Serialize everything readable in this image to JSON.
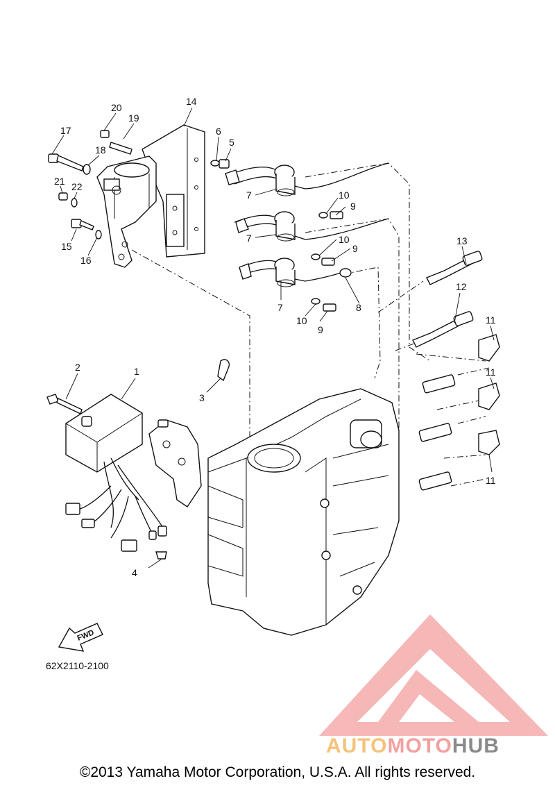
{
  "diagram": {
    "callouts": [
      {
        "id": "c1",
        "label": "1"
      },
      {
        "id": "c2",
        "label": "2"
      },
      {
        "id": "c3",
        "label": "3"
      },
      {
        "id": "c4",
        "label": "4"
      },
      {
        "id": "c5",
        "label": "5"
      },
      {
        "id": "c6",
        "label": "6"
      },
      {
        "id": "c7a",
        "label": "7"
      },
      {
        "id": "c7b",
        "label": "7"
      },
      {
        "id": "c7c",
        "label": "7"
      },
      {
        "id": "c8",
        "label": "8"
      },
      {
        "id": "c9a",
        "label": "9"
      },
      {
        "id": "c9b",
        "label": "9"
      },
      {
        "id": "c9c",
        "label": "9"
      },
      {
        "id": "c10a",
        "label": "10"
      },
      {
        "id": "c10b",
        "label": "10"
      },
      {
        "id": "c10c",
        "label": "10"
      },
      {
        "id": "c11a",
        "label": "11"
      },
      {
        "id": "c11b",
        "label": "11"
      },
      {
        "id": "c11c",
        "label": "11"
      },
      {
        "id": "c12",
        "label": "12"
      },
      {
        "id": "c13",
        "label": "13"
      },
      {
        "id": "c14",
        "label": "14"
      },
      {
        "id": "c15",
        "label": "15"
      },
      {
        "id": "c16",
        "label": "16"
      },
      {
        "id": "c17",
        "label": "17"
      },
      {
        "id": "c18",
        "label": "18"
      },
      {
        "id": "c19",
        "label": "19"
      },
      {
        "id": "c20",
        "label": "20"
      },
      {
        "id": "c21",
        "label": "21"
      },
      {
        "id": "c22",
        "label": "22"
      }
    ],
    "fwd_label": "FWD",
    "catalog_code": "62X2110-2100"
  },
  "watermark": {
    "part1": "AUTO",
    "part2": "MOTO",
    "part3": "HUB",
    "colors": {
      "primary": "#f3a0a0",
      "accent": "#f6c27a",
      "dark": "#8a8a8a"
    }
  },
  "footer": {
    "copyright": "©2013 Yamaha Motor Corporation, U.S.A. All rights reserved."
  }
}
